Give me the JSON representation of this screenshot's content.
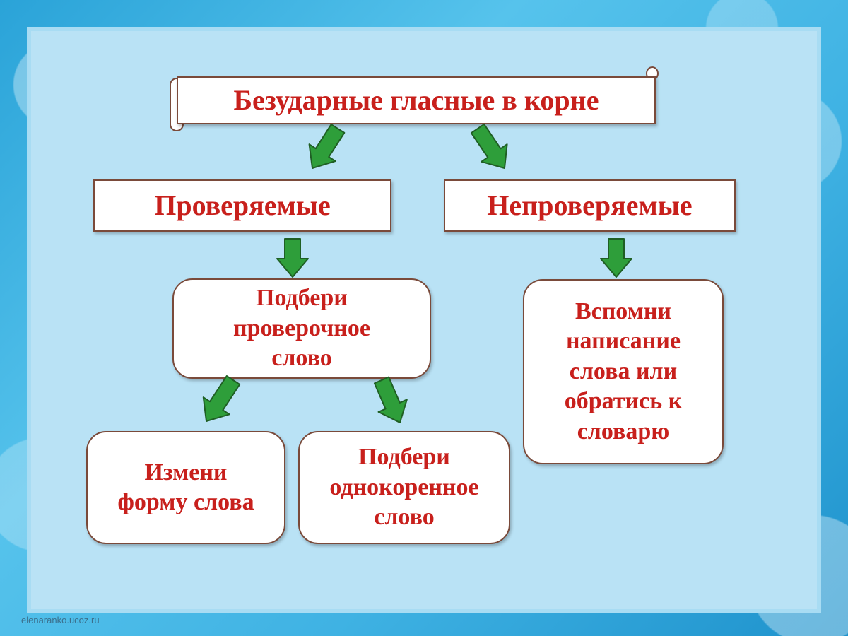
{
  "diagram": {
    "title": "Безударные гласные в корне",
    "branches": {
      "left": "Проверяемые",
      "right": "Непроверяемые"
    },
    "steps": {
      "pick_check_word": "Подбери\nпроверочное\nслово",
      "remember": "Вспомни\nнаписание\nслова или\nобратись к\nсловарю",
      "change_form": "Измени\nформу слова",
      "pick_cognate": "Подбери\nоднокоренное\nслово"
    }
  },
  "colors": {
    "text": "#c8201c",
    "arrow_fill": "#2e9e3a",
    "arrow_stroke": "#1f5f24",
    "border": "#7a4a3a"
  },
  "footer": {
    "watermark": "elenaranko.ucoz.ru"
  }
}
